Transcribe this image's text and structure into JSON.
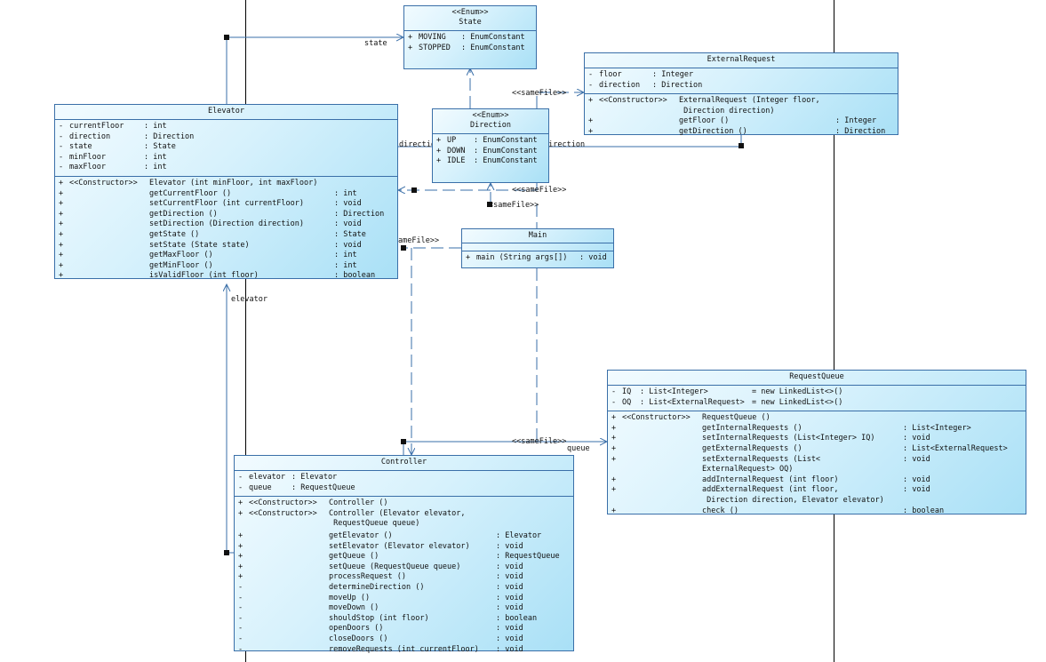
{
  "classes": {
    "state": {
      "stereotype": "<<Enum>>",
      "name": "State",
      "attributes": [
        {
          "vis": "+",
          "name": "MOVING",
          "type": ": EnumConstant"
        },
        {
          "vis": "+",
          "name": "STOPPED",
          "type": ": EnumConstant"
        }
      ]
    },
    "external_request": {
      "name": "ExternalRequest",
      "attributes": [
        {
          "vis": "-",
          "name": "floor",
          "type": ": Integer"
        },
        {
          "vis": "-",
          "name": "direction",
          "type": ": Direction"
        }
      ],
      "operations": [
        {
          "vis": "+",
          "stereo": "<<Constructor>>",
          "sig": "ExternalRequest (Integer floor,\n Direction direction)",
          "ret": ""
        },
        {
          "vis": "+",
          "stereo": "",
          "sig": "getFloor ()",
          "ret": ": Integer"
        },
        {
          "vis": "+",
          "stereo": "",
          "sig": "getDirection ()",
          "ret": ": Direction"
        }
      ]
    },
    "elevator": {
      "name": "Elevator",
      "attributes": [
        {
          "vis": "-",
          "name": "currentFloor",
          "type": ": int"
        },
        {
          "vis": "-",
          "name": "direction",
          "type": ": Direction"
        },
        {
          "vis": "-",
          "name": "state",
          "type": ": State"
        },
        {
          "vis": "-",
          "name": "minFloor",
          "type": ": int"
        },
        {
          "vis": "-",
          "name": "maxFloor",
          "type": ": int"
        }
      ],
      "operations": [
        {
          "vis": "+",
          "stereo": "<<Constructor>>",
          "sig": "Elevator (int minFloor, int maxFloor)",
          "ret": ""
        },
        {
          "vis": "+",
          "stereo": "",
          "sig": "getCurrentFloor ()",
          "ret": ": int"
        },
        {
          "vis": "+",
          "stereo": "",
          "sig": "setCurrentFloor (int currentFloor)",
          "ret": ": void"
        },
        {
          "vis": "+",
          "stereo": "",
          "sig": "getDirection ()",
          "ret": ": Direction"
        },
        {
          "vis": "+",
          "stereo": "",
          "sig": "setDirection (Direction direction)",
          "ret": ": void"
        },
        {
          "vis": "+",
          "stereo": "",
          "sig": "getState ()",
          "ret": ": State"
        },
        {
          "vis": "+",
          "stereo": "",
          "sig": "setState (State state)",
          "ret": ": void"
        },
        {
          "vis": "+",
          "stereo": "",
          "sig": "getMaxFloor ()",
          "ret": ": int"
        },
        {
          "vis": "+",
          "stereo": "",
          "sig": "getMinFloor ()",
          "ret": ": int"
        },
        {
          "vis": "+",
          "stereo": "",
          "sig": "isValidFloor (int floor)",
          "ret": ": boolean"
        }
      ]
    },
    "direction": {
      "stereotype": "<<Enum>>",
      "name": "Direction",
      "attributes": [
        {
          "vis": "+",
          "name": "UP",
          "type": ": EnumConstant"
        },
        {
          "vis": "+",
          "name": "DOWN",
          "type": ": EnumConstant"
        },
        {
          "vis": "+",
          "name": "IDLE",
          "type": ": EnumConstant"
        }
      ]
    },
    "main": {
      "name": "Main",
      "operations": [
        {
          "vis": "+",
          "stereo": "",
          "sig": "main (String args[])",
          "ret": ": void"
        }
      ]
    },
    "request_queue": {
      "name": "RequestQueue",
      "attributes": [
        {
          "vis": "-",
          "name": "IQ",
          "type": ": List<Integer>",
          "init": "= new LinkedList<>()"
        },
        {
          "vis": "-",
          "name": "OQ",
          "type": ": List<ExternalRequest>",
          "init": "= new LinkedList<>()"
        }
      ],
      "operations": [
        {
          "vis": "+",
          "stereo": "<<Constructor>>",
          "sig": "RequestQueue ()",
          "ret": ""
        },
        {
          "vis": "+",
          "stereo": "",
          "sig": "getInternalRequests ()",
          "ret": ": List<Integer>"
        },
        {
          "vis": "+",
          "stereo": "",
          "sig": "setInternalRequests (List<Integer> IQ)",
          "ret": ": void"
        },
        {
          "vis": "+",
          "stereo": "",
          "sig": "getExternalRequests ()",
          "ret": ": List<ExternalRequest>"
        },
        {
          "vis": "+",
          "stereo": "",
          "sig": "setExternalRequests (List<\nExternalRequest> OQ)",
          "ret": ": void"
        },
        {
          "vis": "+",
          "stereo": "",
          "sig": "addInternalRequest (int floor)",
          "ret": ": void"
        },
        {
          "vis": "+",
          "stereo": "",
          "sig": "addExternalRequest (int floor,\n Direction direction, Elevator elevator)",
          "ret": ": void"
        },
        {
          "vis": "+",
          "stereo": "",
          "sig": "check ()",
          "ret": ": boolean"
        }
      ]
    },
    "controller": {
      "name": "Controller",
      "attributes": [
        {
          "vis": "-",
          "name": "elevator",
          "type": ": Elevator"
        },
        {
          "vis": "-",
          "name": "queue",
          "type": ": RequestQueue"
        }
      ],
      "operations": [
        {
          "vis": "+",
          "stereo": "<<Constructor>>",
          "sig": "Controller ()",
          "ret": ""
        },
        {
          "vis": "+",
          "stereo": "<<Constructor>>",
          "sig": "Controller (Elevator elevator,\n RequestQueue queue)",
          "ret": ""
        },
        {
          "vis": "+",
          "stereo": "",
          "sig": "getElevator ()",
          "ret": ": Elevator"
        },
        {
          "vis": "+",
          "stereo": "",
          "sig": "setElevator (Elevator elevator)",
          "ret": ": void"
        },
        {
          "vis": "+",
          "stereo": "",
          "sig": "getQueue ()",
          "ret": ": RequestQueue"
        },
        {
          "vis": "+",
          "stereo": "",
          "sig": "setQueue (RequestQueue queue)",
          "ret": ": void"
        },
        {
          "vis": "+",
          "stereo": "",
          "sig": "processRequest ()",
          "ret": ": void"
        },
        {
          "vis": "-",
          "stereo": "",
          "sig": "determineDirection ()",
          "ret": ": void"
        },
        {
          "vis": "-",
          "stereo": "",
          "sig": "moveUp ()",
          "ret": ": void"
        },
        {
          "vis": "-",
          "stereo": "",
          "sig": "moveDown ()",
          "ret": ": void"
        },
        {
          "vis": "-",
          "stereo": "",
          "sig": "shouldStop (int floor)",
          "ret": ": boolean"
        },
        {
          "vis": "-",
          "stereo": "",
          "sig": "openDoors ()",
          "ret": ": void"
        },
        {
          "vis": "-",
          "stereo": "",
          "sig": "closeDoors ()",
          "ret": ": void"
        },
        {
          "vis": "-",
          "stereo": "",
          "sig": "removeRequests (int currentFloor)",
          "ret": ": void"
        }
      ]
    }
  },
  "labels": {
    "state_role": "state",
    "direction_role_left": "directio",
    "direction_role_right": "direction",
    "elevator_role": "elevator",
    "queue_role": "queue",
    "samefile": "<<sameFile>>",
    "samefile_partial": "ameFile>>",
    "samefile_left": "<sameFile>>"
  },
  "colors": {
    "line": "#3a6fa8",
    "class_fill": "#d6f1fc",
    "marker": "#111111"
  }
}
